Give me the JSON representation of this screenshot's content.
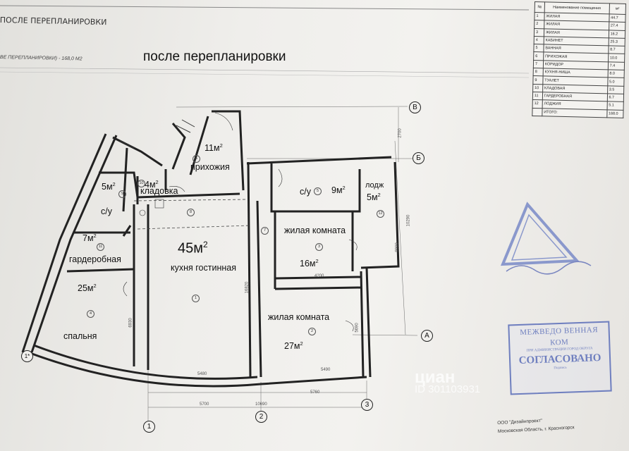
{
  "header": {
    "caption_top": "ПОСЛЕ ПЕРЕПЛАНИРОВКИ",
    "caption_area": "ВЕ ПЕРЕПЛАНИРОВКИ) - 168,0 М2",
    "title": "после перепланировки"
  },
  "rooms": {
    "hall_area": "11м",
    "hall_name": "прихожия",
    "wc1_area": "5м",
    "wc1_name": "с/у",
    "storage_area": "4м",
    "storage_name": "кладовка",
    "wardrobe_area": "7м",
    "wardrobe_name": "гардеробная",
    "bedroom_area": "25м",
    "bedroom_name": "спальня",
    "kitchen_area": "45м",
    "kitchen_name": "кухня гостинная",
    "wc2_name": "с/у",
    "wc2_area": "9м",
    "loggia_name": "лодж",
    "loggia_area": "5м",
    "living1_name": "жилая комната",
    "living1_area": "16м",
    "living2_name": "жилая комната",
    "living2_area": "27м",
    "sup": "2"
  },
  "room_numbers": [
    "1",
    "2",
    "3",
    "4",
    "5",
    "6",
    "7",
    "8",
    "9",
    "10",
    "11",
    "12"
  ],
  "dimensions": {
    "d1": "5480",
    "d2": "5490",
    "d3": "5700",
    "d4": "10690",
    "d5": "5760",
    "d6": "4200",
    "d7": "16820",
    "d8": "6930",
    "d9": "5690",
    "d10": "9900",
    "d11": "10290",
    "d12": "2700"
  },
  "axes": {
    "a1": "1",
    "a1b": "1*",
    "a2": "2",
    "a3": "3",
    "aA": "А",
    "aB": "Б",
    "aV": "В"
  },
  "table": {
    "col1": "№",
    "col2": "Наименование помещения",
    "col3": "м²",
    "rows": [
      {
        "n": "1",
        "name": "ЖИЛАЯ",
        "v": "44.7"
      },
      {
        "n": "2",
        "name": "ЖИЛАЯ",
        "v": "27.4"
      },
      {
        "n": "3",
        "name": "ЖИЛАЯ",
        "v": "16.2"
      },
      {
        "n": "4",
        "name": "КАБИНЕТ",
        "v": "25.3"
      },
      {
        "n": "5",
        "name": "ВАННАЯ",
        "v": "8.7"
      },
      {
        "n": "6",
        "name": "ПРИХОЖАЯ",
        "v": "10.0"
      },
      {
        "n": "7",
        "name": "КОРИДОР",
        "v": "7.4"
      },
      {
        "n": "8",
        "name": "КУХНЯ-НИША",
        "v": "8.0"
      },
      {
        "n": "9",
        "name": "ТУАЛЕТ",
        "v": "5.0"
      },
      {
        "n": "10",
        "name": "КЛАДОВАЯ",
        "v": "3.5"
      },
      {
        "n": "11",
        "name": "ГАРДЕРОБНАЯ",
        "v": "6.7"
      },
      {
        "n": "12",
        "name": "ЛОДЖИЯ",
        "v": "5.1"
      },
      {
        "n": "",
        "name": "ИТОГО:",
        "v": "168.0"
      }
    ]
  },
  "stamp": {
    "line1": "МЕЖВЕДО ВЕННАЯ",
    "line2": "КОМ",
    "line3": "ПРИ АДМИНИСТРАЦИИ ГОРОД ОКРУГА",
    "line4": "СОГЛАСОВАНО",
    "line5": "Подпись"
  },
  "footer": {
    "line1": "ООО \"Дизайнпроект\"",
    "line2": "Московская Область, г. Красногорск"
  },
  "watermark": {
    "brand": "циан",
    "id": "ID 301103931"
  },
  "colors": {
    "line": "#2a2a2a",
    "stamp": "#6f7fbf"
  }
}
